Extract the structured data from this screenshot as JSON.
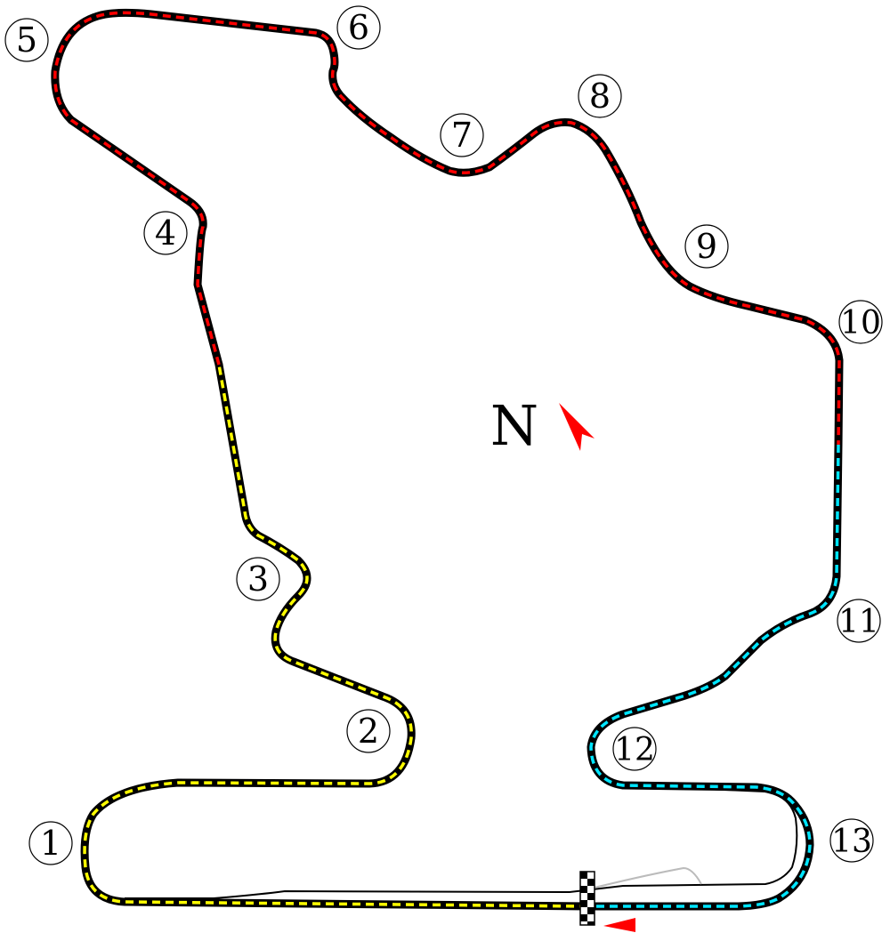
{
  "diagram": {
    "type": "race-circuit-layout",
    "compass_label": "N",
    "corner_labels": [
      "1",
      "2",
      "3",
      "4",
      "5",
      "6",
      "7",
      "8",
      "9",
      "10",
      "11",
      "12",
      "13"
    ],
    "sector_colors": {
      "sector1": "#ffff00",
      "sector2": "#ff0000",
      "sector3": "#00ffff"
    },
    "track_color": "#000000",
    "pit_lane_color": "#000000",
    "arrow_color": "#ff0000"
  }
}
